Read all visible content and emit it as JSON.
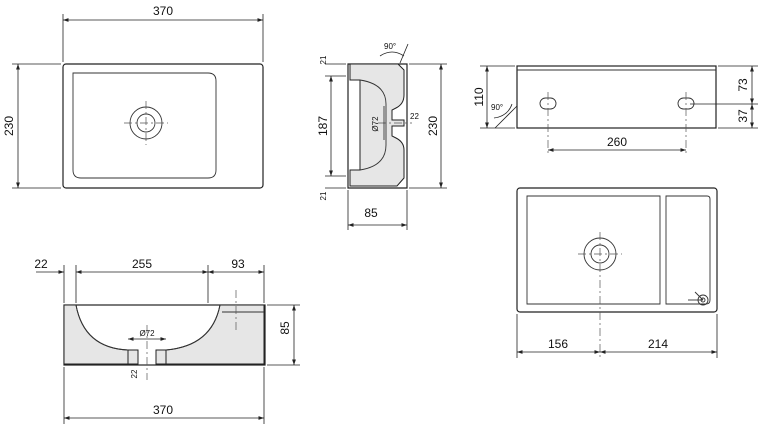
{
  "views": {
    "top": {
      "width": "370",
      "height": "230"
    },
    "side_section": {
      "top_wall": "21",
      "middle": "187",
      "bottom_wall": "21",
      "overall": "230",
      "depth": "85",
      "drain_diameter": "Ø72",
      "drain_offset": "22",
      "angle": "90°"
    },
    "back": {
      "height": "110",
      "upper": "73",
      "lower": "37",
      "hole_spacing": "260",
      "angle": "90°"
    },
    "front_section": {
      "left_wall": "22",
      "basin": "255",
      "shelf": "93",
      "height": "85",
      "width": "370",
      "drain_diameter": "Ø72",
      "drain_offset": "22"
    },
    "bottom": {
      "left": "156",
      "right": "214"
    }
  }
}
